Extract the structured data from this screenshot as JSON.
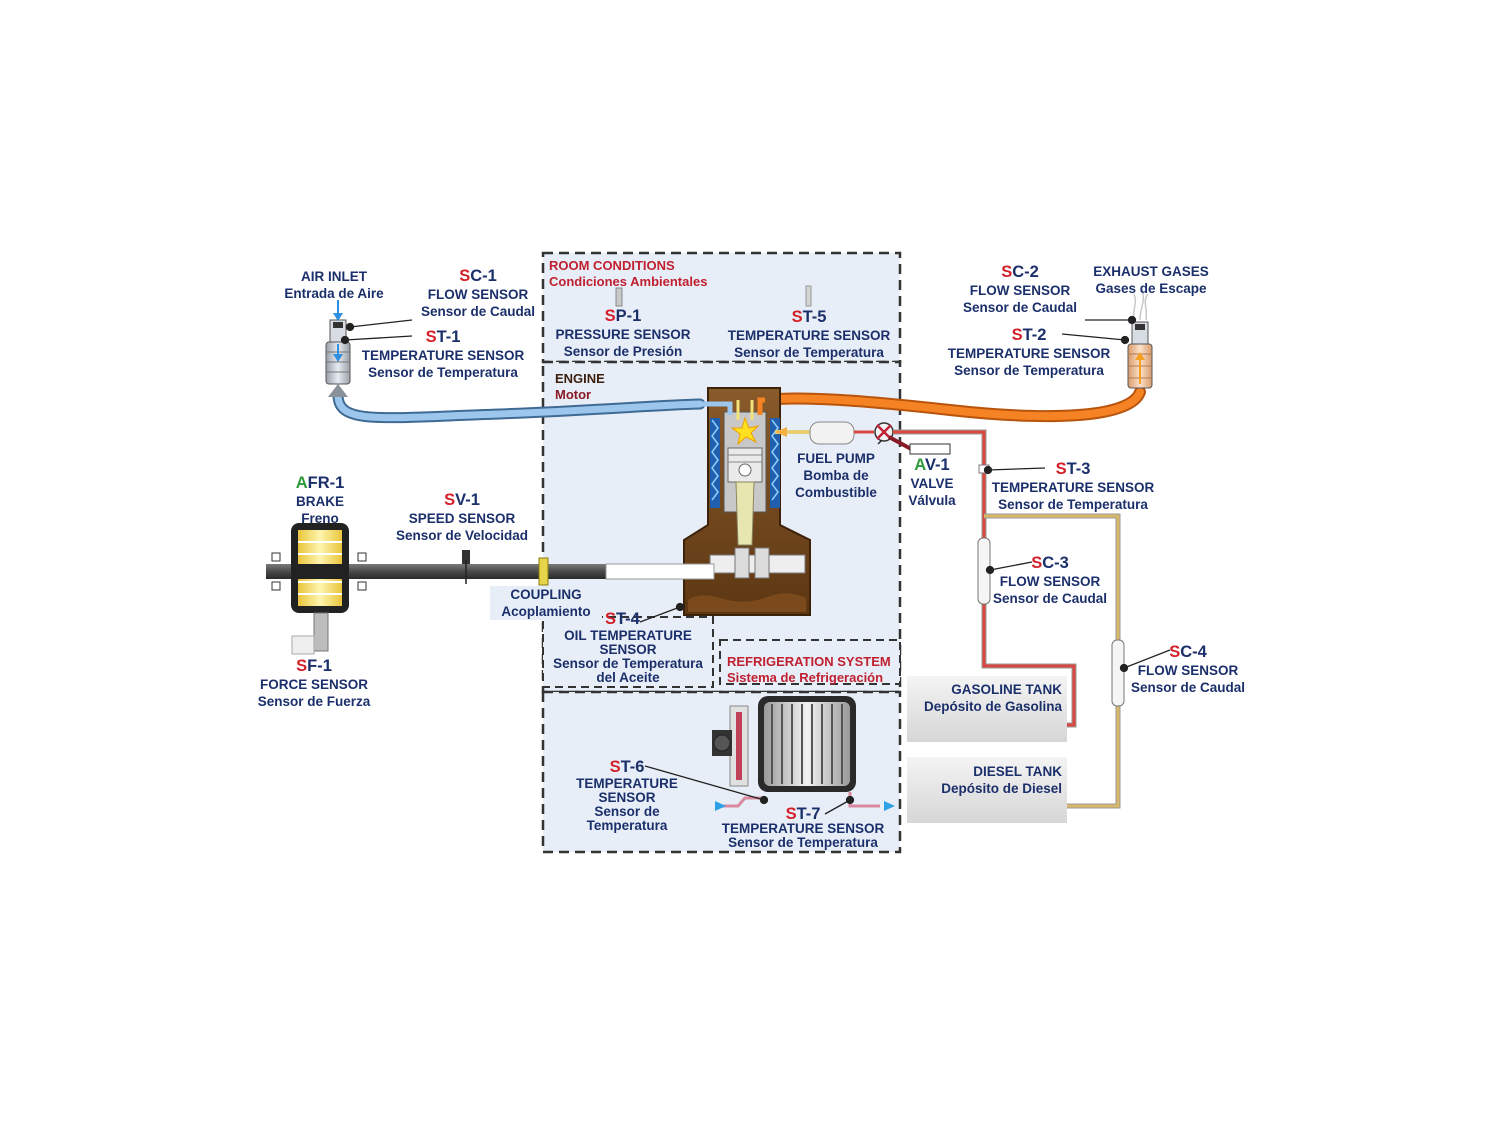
{
  "areas": {
    "room": {
      "title": "ROOM CONDITIONS",
      "subtitle": "Condiciones Ambientales"
    },
    "engine": {
      "title": "ENGINE",
      "subtitle": "Motor"
    },
    "refrigeration": {
      "title": "REFRIGERATION SYSTEM",
      "subtitle": "Sistema de Refrigeración"
    }
  },
  "labels": {
    "air_inlet": {
      "en": "AIR INLET",
      "es": "Entrada de Aire"
    },
    "exhaust": {
      "en": "EXHAUST GASES",
      "es": "Gases de Escape"
    },
    "sc1": {
      "prefix": "S",
      "rest": "C-1",
      "en": "FLOW SENSOR",
      "es": "Sensor de Caudal"
    },
    "st1": {
      "prefix": "S",
      "rest": "T-1",
      "en": "TEMPERATURE SENSOR",
      "es": "Sensor de Temperatura"
    },
    "sp1": {
      "prefix": "S",
      "rest": "P-1",
      "en": "PRESSURE SENSOR",
      "es": "Sensor de Presión"
    },
    "st5": {
      "prefix": "S",
      "rest": "T-5",
      "en": "TEMPERATURE SENSOR",
      "es": "Sensor de Temperatura"
    },
    "sc2": {
      "prefix": "S",
      "rest": "C-2",
      "en": "FLOW SENSOR",
      "es": "Sensor de Caudal"
    },
    "st2": {
      "prefix": "S",
      "rest": "T-2",
      "en": "TEMPERATURE SENSOR",
      "es": "Sensor de Temperatura"
    },
    "afr1": {
      "prefix": "A",
      "rest": "FR-1",
      "en": "BRAKE",
      "es": "Freno"
    },
    "sv1": {
      "prefix": "S",
      "rest": "V-1",
      "en": "SPEED SENSOR",
      "es": "Sensor de Velocidad"
    },
    "coupling": {
      "en": "COUPLING",
      "es": "Acoplamiento"
    },
    "fuel_pump": {
      "en": "FUEL PUMP",
      "es1": "Bomba de",
      "es2": "Combustible"
    },
    "av1": {
      "prefix": "A",
      "rest": "V-1",
      "en": "VALVE",
      "es": "Válvula"
    },
    "st3": {
      "prefix": "S",
      "rest": "T-3",
      "en": "TEMPERATURE SENSOR",
      "es": "Sensor de Temperatura"
    },
    "sc3": {
      "prefix": "S",
      "rest": "C-3",
      "en": "FLOW SENSOR",
      "es": "Sensor de Caudal"
    },
    "sc4": {
      "prefix": "S",
      "rest": "C-4",
      "en": "FLOW SENSOR",
      "es": "Sensor de Caudal"
    },
    "st4": {
      "prefix": "S",
      "rest": "T-4",
      "en1": "OIL TEMPERATURE",
      "en2": "SENSOR",
      "es1": "Sensor de Temperatura",
      "es2": "del Aceite"
    },
    "sf1": {
      "prefix": "S",
      "rest": "F-1",
      "en": "FORCE SENSOR",
      "es": "Sensor de Fuerza"
    },
    "st6": {
      "prefix": "S",
      "rest": "T-6",
      "en1": "TEMPERATURE",
      "en2": "SENSOR",
      "es1": "Sensor de",
      "es2": "Temperatura"
    },
    "st7": {
      "prefix": "S",
      "rest": "T-7",
      "en": "TEMPERATURE SENSOR",
      "es": "Sensor de Temperatura"
    }
  },
  "tanks": {
    "gasoline": {
      "en": "GASOLINE TANK",
      "es": "Depósito de Gasolina"
    },
    "diesel": {
      "en": "DIESEL TANK",
      "es": "Depósito de Diesel"
    }
  },
  "colors": {
    "label_text": "#1b2f6b",
    "code_prefix": "#d4202a",
    "actuator_prefix": "#2e9a3a",
    "air_pipe": "#8fbde6",
    "exhaust_pipe": "#f07a1a",
    "fuel_line": "#d9473f",
    "diesel_line": "#d9b867",
    "panel_bg": "#e8eef7"
  }
}
